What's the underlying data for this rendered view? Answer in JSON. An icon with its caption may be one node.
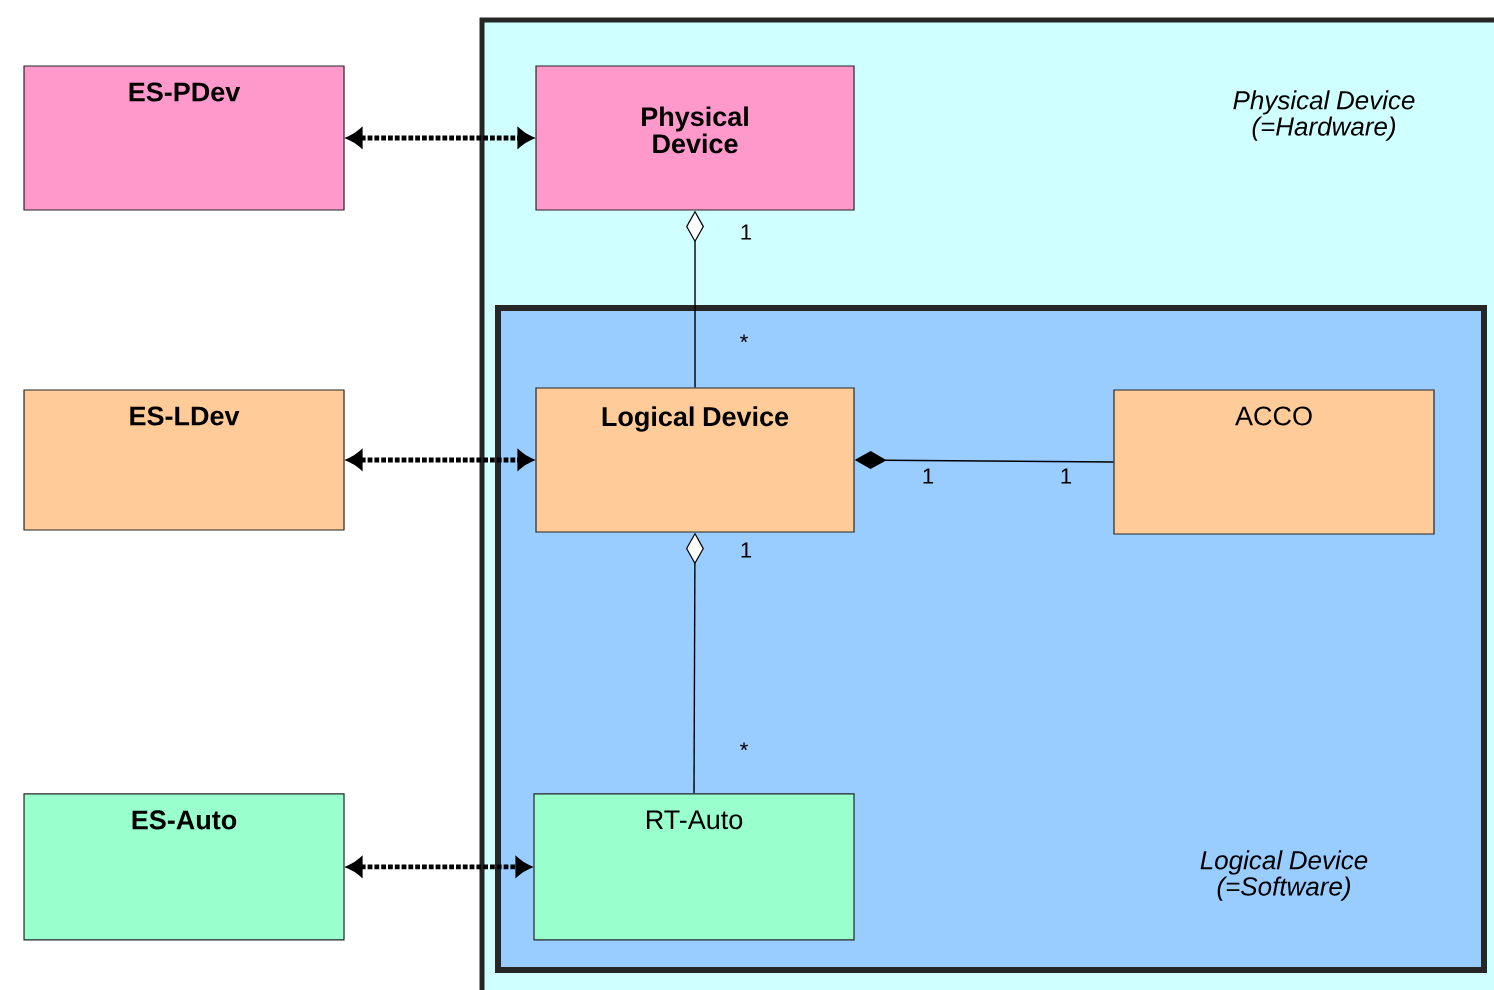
{
  "diagram": {
    "nodes": [
      {
        "text": [
          "Physical Device (=Hardware)"
        ]
      },
      {
        "text": [
          "Physical Device"
        ],
        "in": 0
      },
      {
        "text": [
          "Logical Device (=Software)"
        ],
        "in": 0
      },
      {
        "text": [
          "Logical Device"
        ],
        "in": 2
      },
      {
        "text": [
          "ACCO"
        ],
        "in": 2
      },
      {
        "text": [
          "RT-Auto"
        ],
        "in": 2
      },
      {
        "text": [
          "ES-PDev"
        ]
      },
      {
        "text": [
          "ES-LDev"
        ]
      },
      {
        "text": [
          "ES-Auto"
        ]
      }
    ],
    "edges": [
      {
        "from": 6,
        "to": 1,
        "arrow": "both",
        "style": "dashed"
      },
      {
        "from": 7,
        "to": 3,
        "arrow": "both",
        "style": "dashed"
      },
      {
        "from": 8,
        "to": 5,
        "arrow": "both",
        "style": "dashed"
      },
      {
        "from": 1,
        "to": 3,
        "arrow": "other"
      },
      {
        "from": 3,
        "to": 4,
        "arrow": "other"
      },
      {
        "from": 3,
        "to": 5,
        "arrow": "other"
      }
    ],
    "labels": [
      "1",
      "*",
      "1",
      "1",
      "1",
      "*"
    ]
  }
}
